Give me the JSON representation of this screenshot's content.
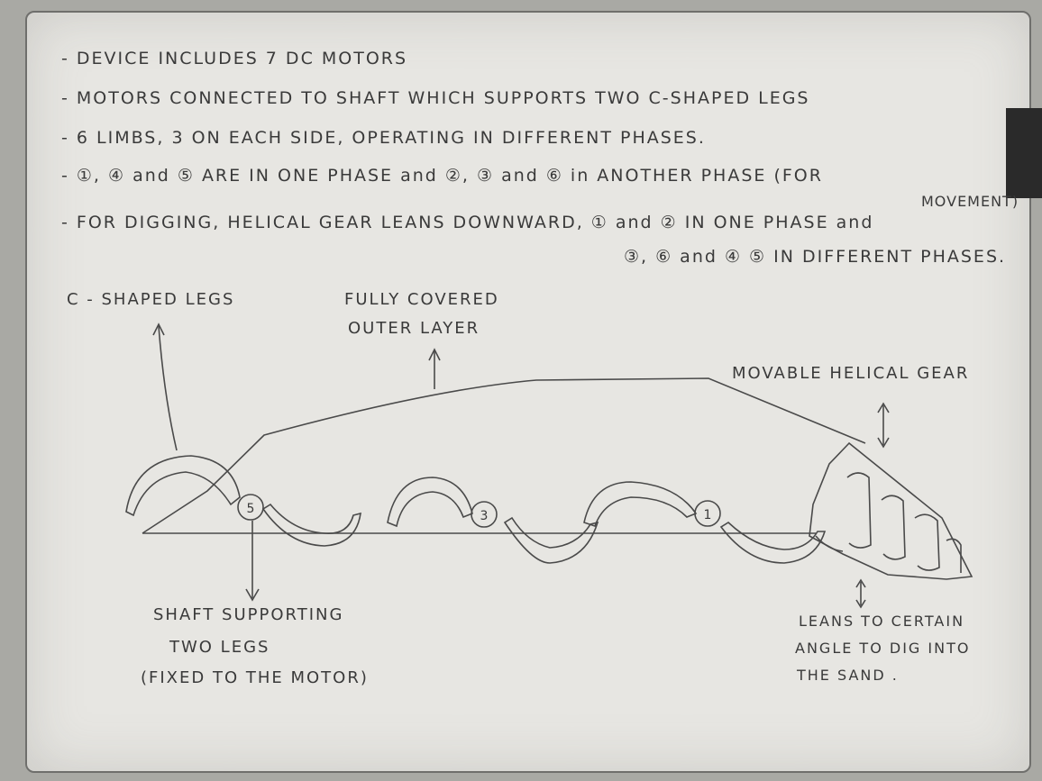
{
  "notes": [
    "- DEVICE INCLUDES 7 DC MOTORS",
    "- MOTORS CONNECTED TO SHAFT WHICH SUPPORTS TWO C-SHAPED LEGS",
    "- 6 LIMBS, 3 ON EACH SIDE, OPERATING IN DIFFERENT PHASES.",
    "- ①, ④ and ⑤ ARE IN ONE PHASE and ②, ③ and ⑥ in ANOTHER PHASE (FOR",
    "- FOR DIGGING, HELICAL GEAR LEANS DOWNWARD, ① and ② IN ONE PHASE and"
  ],
  "note_continuations": {
    "movement": "MOVEMENT)",
    "line_six": "③, ⑥ and ④ ⑤ IN DIFFERENT PHASES."
  },
  "labels": {
    "c_legs": "C - SHAPED LEGS",
    "outer_layer_1": "FULLY COVERED",
    "outer_layer_2": "OUTER LAYER",
    "helical_gear": "MOVABLE HELICAL GEAR",
    "shaft_1": "SHAFT SUPPORTING",
    "shaft_2": "TWO LEGS",
    "shaft_3": "(FIXED TO THE MOTOR)",
    "leans_1": "LEANS TO CERTAIN",
    "leans_2": "ANGLE TO DIG INTO",
    "leans_3": "THE SAND ."
  },
  "motor_numbers": {
    "m5": "5",
    "m3": "3",
    "m1": "1"
  }
}
